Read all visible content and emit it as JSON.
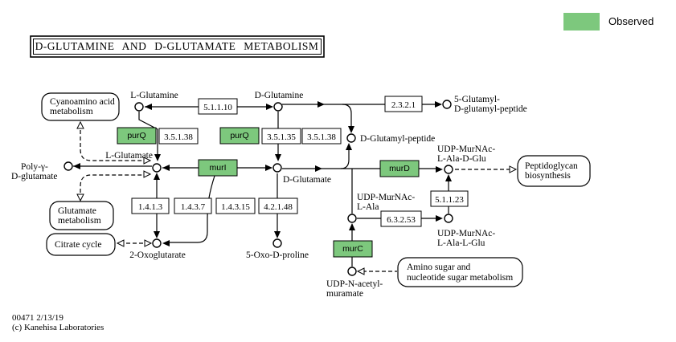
{
  "title": "D-GLUTAMINE AND D-GLUTAMATE METABOLISM",
  "legend": {
    "label": "Observed",
    "color": "#7dc87d"
  },
  "footer": {
    "line1": "00471 2/13/19",
    "line2": "(c) Kanehisa Laboratories"
  },
  "pathways": {
    "cyanoamino": {
      "line1": "Cyanoamino acid",
      "line2": "metabolism"
    },
    "glutamate": {
      "line1": "Glutamate",
      "line2": "metabolism"
    },
    "citrate": {
      "line1": "Citrate cycle"
    },
    "peptidoglycan": {
      "line1": "Peptidoglycan",
      "line2": "biosynthesis"
    },
    "amino_sugar": {
      "line1": "Amino sugar and",
      "line2": "nucleotide sugar metabolism"
    }
  },
  "genes": {
    "purQ": "purQ",
    "murI": "murI",
    "murD": "murD",
    "murC": "murC"
  },
  "enzymes": {
    "e51110": "5.1.1.10",
    "e2321": "2.3.2.1",
    "e35138a": "3.5.1.38",
    "e35135": "3.5.1.35",
    "e35138b": "3.5.1.38",
    "e1413": "1.4.1.3",
    "e1437": "1.4.3.7",
    "e14315": "1.4.3.15",
    "e42148": "4.2.1.48",
    "e63253": "6.3.2.53",
    "e51123": "5.1.1.23"
  },
  "compounds": {
    "l_glutamine": "L-Glutamine",
    "d_glutamine": "D-Glutamine",
    "glutamyl_peptide5": {
      "line1": "5-Glutamyl-",
      "line2": "D-glutamyl-peptide"
    },
    "d_glutamyl_peptide": "D-Glutamyl-peptide",
    "l_glutamate": "L-Glutamate",
    "d_glutamate": "D-Glutamate",
    "poly_glutamate": {
      "line1": "Poly-γ-",
      "line2": "D-glutamate"
    },
    "udp_murnac_ala_dglu": {
      "line1": "UDP-MurNAc-",
      "line2": "L-Ala-D-Glu"
    },
    "udp_murnac_ala": {
      "line1": "UDP-MurNAc-",
      "line2": "L-Ala"
    },
    "udp_murnac_ala_lglu": {
      "line1": "UDP-MurNAc-",
      "line2": "L-Ala-L-Glu"
    },
    "oxoglutarate": "2-Oxoglutarate",
    "oxoproline": "5-Oxo-D-proline",
    "udp_n_acetyl": {
      "line1": "UDP-N-acetyl-",
      "line2": "muramate"
    }
  }
}
